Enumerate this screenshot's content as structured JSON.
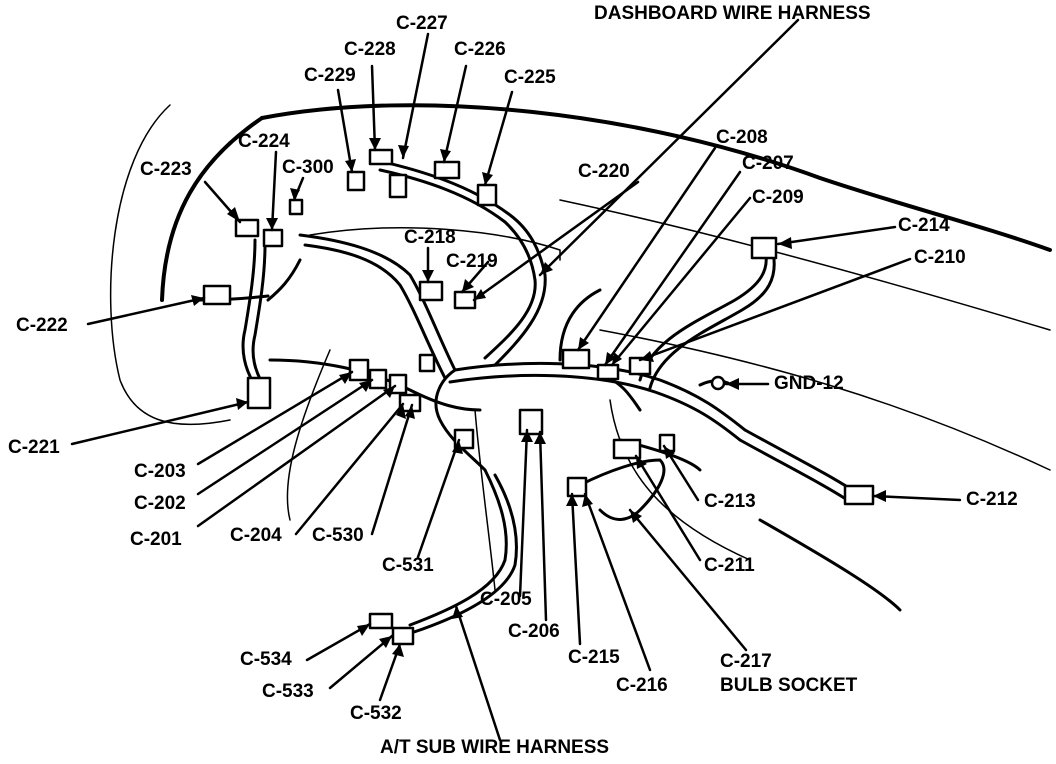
{
  "title": "DASHBOARD WIRE HARNESS",
  "subtitle": "A/T SUB WIRE HARNESS",
  "connectors": {
    "c227": "C-227",
    "c228": "C-228",
    "c226": "C-226",
    "c229": "C-229",
    "c225": "C-225",
    "c224": "C-224",
    "c223": "C-223",
    "c300": "C-300",
    "c220": "C-220",
    "c208": "C-208",
    "c207": "C-207",
    "c209": "C-209",
    "c214": "C-214",
    "c210": "C-210",
    "c218": "C-218",
    "c219": "C-219",
    "c222": "C-222",
    "gnd12": "GND-12",
    "c221": "C-221",
    "c203": "C-203",
    "c202": "C-202",
    "c201": "C-201",
    "c204": "C-204",
    "c530": "C-530",
    "c213": "C-213",
    "c212": "C-212",
    "c531": "C-531",
    "c211": "C-211",
    "c205": "C-205",
    "c206": "C-206",
    "c215": "C-215",
    "c216": "C-216",
    "c217": "C-217",
    "bulb_socket": "BULB SOCKET",
    "c534": "C-534",
    "c533": "C-533",
    "c532": "C-532"
  },
  "colors": {
    "ink": "#000000",
    "background": "#ffffff"
  }
}
